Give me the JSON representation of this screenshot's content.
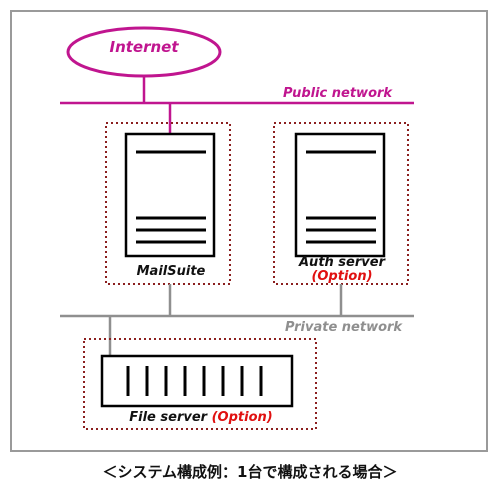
{
  "diagram": {
    "internet_label": "Internet",
    "public_network_label": "Public network",
    "private_network_label": "Private network",
    "mailsuite_label": "MailSuite",
    "auth_server_label": "Auth server",
    "auth_option_label": "(Option)",
    "file_server_label": "File server",
    "file_option_label": "(Option)",
    "colors": {
      "public": "#c0158f",
      "private": "#8f8f8f",
      "option": "#e01010",
      "box_border": "#8b1f1f"
    }
  },
  "caption": "＜システム構成例：1台で構成される場合＞"
}
